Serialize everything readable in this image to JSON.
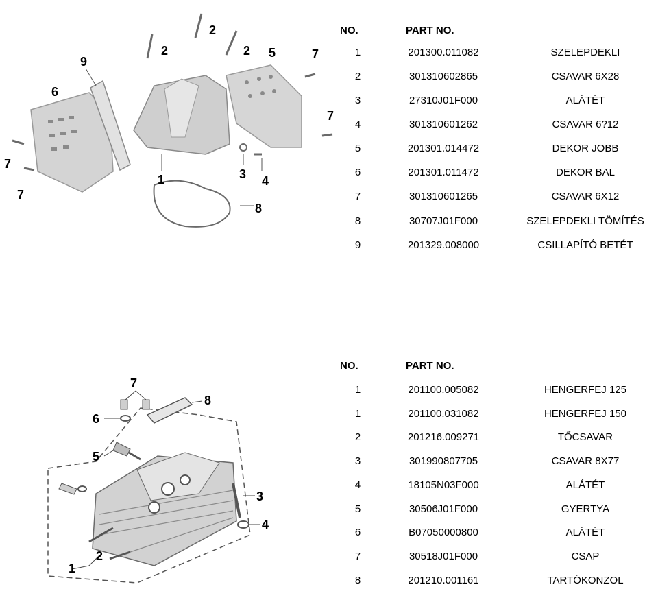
{
  "section1": {
    "header": {
      "no": "NO.",
      "part_no": "PART NO.",
      "description": ""
    },
    "rows": [
      {
        "no": "1",
        "part_no": "201300.011082",
        "description": "SZELEPDEKLI"
      },
      {
        "no": "2",
        "part_no": "301310602865",
        "description": "CSAVAR 6X28"
      },
      {
        "no": "3",
        "part_no": "27310J01F000",
        "description": "ALÁTÉT"
      },
      {
        "no": "4",
        "part_no": "301310601262",
        "description": "CSAVAR 6?12"
      },
      {
        "no": "5",
        "part_no": "201301.014472",
        "description": "DEKOR JOBB"
      },
      {
        "no": "6",
        "part_no": "201301.011472",
        "description": "DEKOR BAL"
      },
      {
        "no": "7",
        "part_no": "301310601265",
        "description": "CSAVAR 6X12"
      },
      {
        "no": "8",
        "part_no": "30707J01F000",
        "description": "SZELEPDEKLI TÖMÍTÉS"
      },
      {
        "no": "9",
        "part_no": "201329.008000",
        "description": "CSILLAPÍTÓ BETÉT"
      }
    ],
    "callouts": [
      "1",
      "2",
      "2",
      "2",
      "3",
      "4",
      "5",
      "6",
      "7",
      "7",
      "7",
      "7",
      "8",
      "9"
    ]
  },
  "section2": {
    "header": {
      "no": "NO.",
      "part_no": "PART NO.",
      "description": ""
    },
    "rows": [
      {
        "no": "1",
        "part_no": "201100.005082",
        "description": "HENGERFEJ 125"
      },
      {
        "no": "1",
        "part_no": "201100.031082",
        "description": "HENGERFEJ 150"
      },
      {
        "no": "2",
        "part_no": "201216.009271",
        "description": "TŐCSAVAR"
      },
      {
        "no": "3",
        "part_no": "301990807705",
        "description": "CSAVAR 8X77"
      },
      {
        "no": "4",
        "part_no": "18105N03F000",
        "description": "ALÁTÉT"
      },
      {
        "no": "5",
        "part_no": "30506J01F000",
        "description": "GYERTYA"
      },
      {
        "no": "6",
        "part_no": "B07050000800",
        "description": "ALÁTÉT"
      },
      {
        "no": "7",
        "part_no": "30518J01F000",
        "description": "CSAP"
      },
      {
        "no": "8",
        "part_no": "201210.001161",
        "description": "TARTÓKONZOL"
      }
    ],
    "callouts": [
      "1",
      "2",
      "3",
      "4",
      "5",
      "6",
      "7",
      "8"
    ]
  },
  "colors": {
    "text": "#000000",
    "background": "#ffffff",
    "drawing_gray": "#c8c8c8",
    "drawing_line": "#6a6a6a"
  }
}
